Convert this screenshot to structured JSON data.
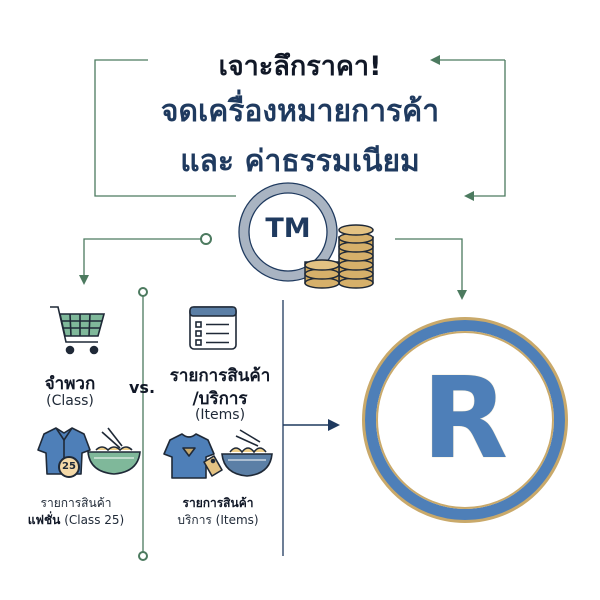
{
  "title": {
    "line1": "เจาะลึกราคา!",
    "line2": "จดเครื่องหมายการค้า",
    "line3": "และ ค่าธรรมเนียม"
  },
  "tm_symbol": "TM",
  "r_symbol": "R",
  "class_block": {
    "name": "จำพวก",
    "sub": "(Class)",
    "icon": "shopping-cart-icon"
  },
  "vs_label": "vs.",
  "items_block": {
    "name_line1": "รายการสินค้า",
    "name_line2": "/บริการ",
    "sub": "(Items)",
    "icon": "list-document-icon"
  },
  "example_left": {
    "caption_line1": "รายการสินค้า",
    "caption_line2_bold": "แฟชั่น",
    "caption_line2_rest": "(Class 25)",
    "badge": "25",
    "icons": [
      "shirt-icon",
      "noodle-bowl-icon"
    ]
  },
  "example_right": {
    "caption_line1": "รายการสินค้า",
    "caption_line2": "บริการ (Items)",
    "icons": [
      "tshirt-tag-icon",
      "noodle-bowl-icon"
    ]
  },
  "colors": {
    "navy": "#1f3a5f",
    "green": "#4c7a5f",
    "blue": "#4e7fb8",
    "gold": "#c9a96a",
    "ring_gray": "#a9b4c2"
  }
}
